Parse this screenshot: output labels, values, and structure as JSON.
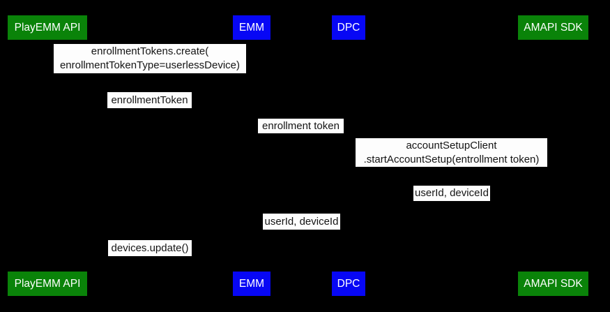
{
  "colors": {
    "background": "#000000",
    "actor_green": "#0a8309",
    "actor_blue": "#0707f5",
    "label_bg": "#fdfdfd",
    "label_text": "#141414",
    "actor_text": "#ffffff"
  },
  "actors": [
    {
      "label": "PlayEMM API",
      "color": "green"
    },
    {
      "label": "EMM",
      "color": "blue"
    },
    {
      "label": "DPC",
      "color": "blue"
    },
    {
      "label": "AMAPI SDK",
      "color": "green"
    }
  ],
  "messages": [
    {
      "line1": "enrollmentTokens.create(",
      "line2": "enrollmentTokenType=userlessDevice)"
    },
    {
      "line1": "enrollmentToken"
    },
    {
      "line1": "enrollment token"
    },
    {
      "line1": "accountSetupClient",
      "line2": ".startAccountSetup(entrollment token)"
    },
    {
      "line1": "userId, deviceId"
    },
    {
      "line1": "userId, deviceId"
    },
    {
      "line1": "devices.update()"
    }
  ]
}
